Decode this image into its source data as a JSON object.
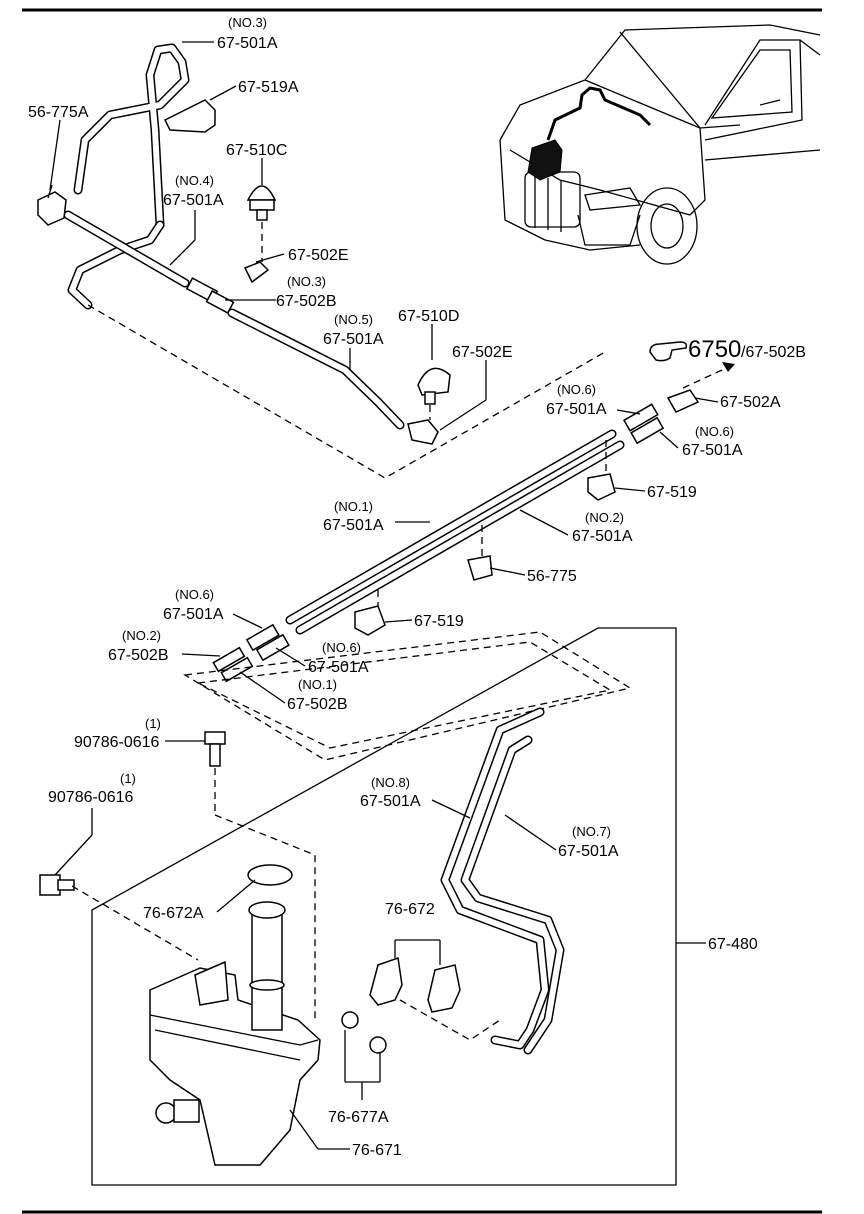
{
  "reference": {
    "code": "6750",
    "sub": "/67-502B"
  },
  "labels": {
    "l1": {
      "part": "67-501A",
      "qty": "(NO.3)"
    },
    "l2": {
      "part": "67-519A"
    },
    "l3": {
      "part": "56-775A"
    },
    "l4": {
      "part": "67-510C"
    },
    "l5": {
      "part": "67-501A",
      "qty": "(NO.4)"
    },
    "l6": {
      "part": "67-502E"
    },
    "l7": {
      "part": "67-502B",
      "qty": "(NO.3)"
    },
    "l8": {
      "part": "67-510D"
    },
    "l9": {
      "part": "67-501A",
      "qty": "(NO.5)"
    },
    "l10": {
      "part": "67-502E"
    },
    "l11": {
      "part": "67-502A"
    },
    "l12": {
      "part": "67-501A",
      "qty": "(NO.6)"
    },
    "l13": {
      "part": "67-501A",
      "qty": "(NO.6)"
    },
    "l14": {
      "part": "67-519"
    },
    "l15": {
      "part": "67-501A",
      "qty": "(NO.1)"
    },
    "l16": {
      "part": "67-501A",
      "qty": "(NO.2)"
    },
    "l17": {
      "part": "56-775"
    },
    "l18": {
      "part": "67-519"
    },
    "l19": {
      "part": "67-501A",
      "qty": "(NO.6)"
    },
    "l20": {
      "part": "67-502B",
      "qty": "(NO.2)"
    },
    "l21": {
      "part": "67-501A",
      "qty": "(NO.6)"
    },
    "l22": {
      "part": "67-502B",
      "qty": "(NO.1)"
    },
    "l23": {
      "part": "90786-0616",
      "qty": "(1)"
    },
    "l24": {
      "part": "90786-0616",
      "qty": "(1)"
    },
    "l25": {
      "part": "67-501A",
      "qty": "(NO.8)"
    },
    "l26": {
      "part": "67-501A",
      "qty": "(NO.7)"
    },
    "l27": {
      "part": "76-672A"
    },
    "l28": {
      "part": "76-672"
    },
    "l29": {
      "part": "67-480"
    },
    "l30": {
      "part": "76-677A"
    },
    "l31": {
      "part": "76-671"
    }
  }
}
